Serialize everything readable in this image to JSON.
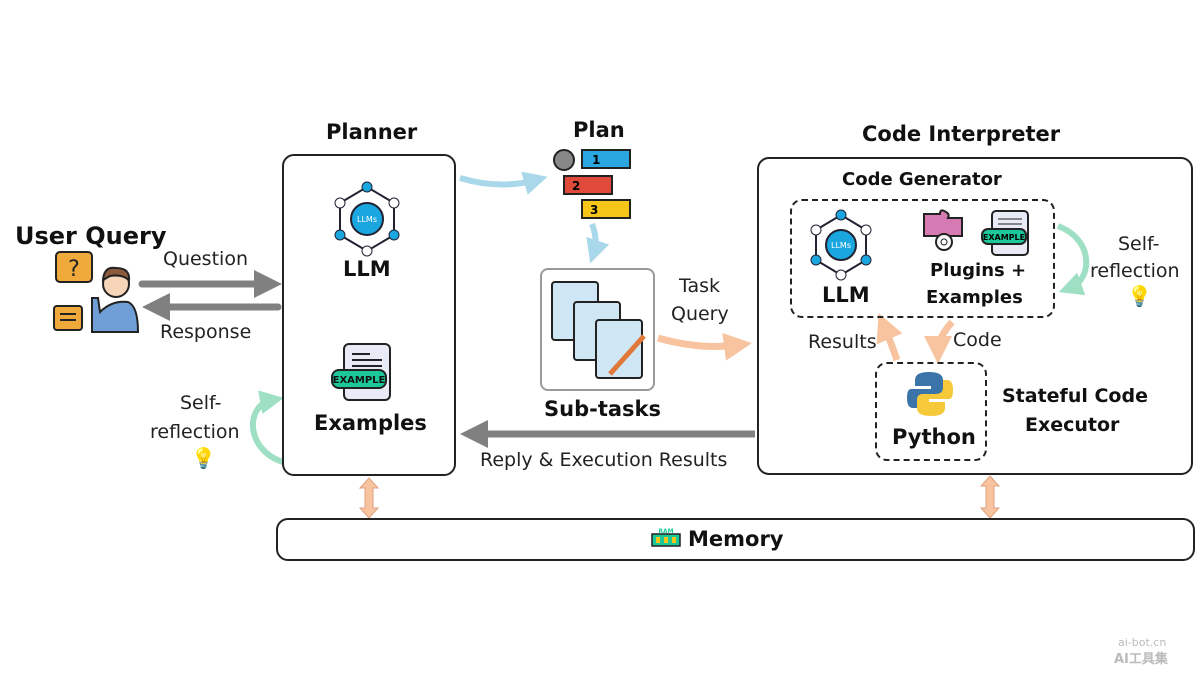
{
  "user_query": {
    "title": "User Query",
    "question_label": "Question",
    "response_label": "Response"
  },
  "planner": {
    "title": "Planner",
    "llm_label": "LLM",
    "llm_icon_text": "LLMs",
    "examples_label": "Examples",
    "example_badge": "EXAMPLE",
    "self_reflection": [
      "Self-",
      "reflection"
    ]
  },
  "plan": {
    "title": "Plan",
    "steps": [
      "1",
      "2",
      "3"
    ]
  },
  "subtasks": {
    "label": "Sub-tasks",
    "task_query": [
      "Task",
      "Query"
    ]
  },
  "reply_label": "Reply & Execution Results",
  "code_interpreter": {
    "title": "Code Interpreter",
    "code_generator": {
      "title": "Code Generator",
      "llm_label": "LLM",
      "llm_icon_text": "LLMs",
      "plugins_label": [
        "Plugins +",
        "Examples"
      ],
      "example_badge": "EXAMPLE"
    },
    "self_reflection": [
      "Self-",
      "reflection"
    ],
    "results_label": "Results",
    "code_label": "Code",
    "python_label": "Python",
    "executor_label": [
      "Stateful Code",
      "Executor"
    ]
  },
  "memory": {
    "label": "Memory",
    "icon_text": "RAM"
  },
  "watermark": [
    "ai-bot.cn",
    "AI工具集"
  ],
  "colors": {
    "gray_arrow": "#808080",
    "blue_arrow": "#a8d8ea",
    "peach_arrow": "#f8c4a0",
    "green_arrow": "#9fe0c4",
    "llm_blue": "#1aa7e0",
    "example_green": "#1cc79a"
  }
}
